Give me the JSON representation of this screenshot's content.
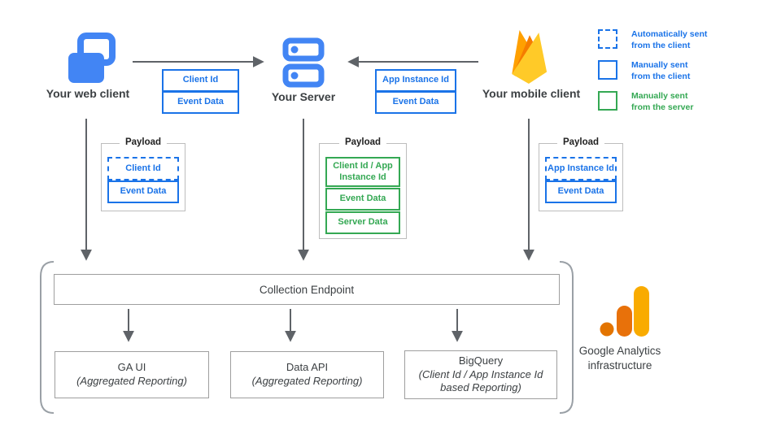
{
  "nodes": {
    "web_client": {
      "label": "Your web client"
    },
    "server": {
      "label": "Your Server"
    },
    "mobile_client": {
      "label": "Your mobile client"
    }
  },
  "flow_chips": {
    "web_to_server": [
      {
        "label": "Client Id"
      },
      {
        "label": "Event Data"
      }
    ],
    "mobile_to_server": [
      {
        "label": "App Instance Id"
      },
      {
        "label": "Event Data"
      }
    ]
  },
  "payloads": [
    {
      "title": "Payload",
      "items": [
        {
          "label": "Client Id",
          "style": "auto-client"
        },
        {
          "label": "Event Data",
          "style": "manual-client"
        }
      ]
    },
    {
      "title": "Payload",
      "items": [
        {
          "label": "Client Id / App Instance Id",
          "style": "manual-server"
        },
        {
          "label": "Event Data",
          "style": "manual-server"
        },
        {
          "label": "Server Data",
          "style": "manual-server"
        }
      ]
    },
    {
      "title": "Payload",
      "items": [
        {
          "label": "App Instance Id",
          "style": "auto-client"
        },
        {
          "label": "Event Data",
          "style": "manual-client"
        }
      ]
    }
  ],
  "legend": [
    {
      "line1": "Automatically sent",
      "line2": "from the client",
      "swatch": "dashed-blue"
    },
    {
      "line1": "Manually sent",
      "line2": "from the client",
      "swatch": "solid-blue"
    },
    {
      "line1": "Manually sent",
      "line2": "from the server",
      "swatch": "solid-green"
    }
  ],
  "infrastructure": {
    "collection_endpoint": "Collection Endpoint",
    "outputs": [
      {
        "title": "GA UI",
        "subtitle": "(Aggregated Reporting)"
      },
      {
        "title": "Data API",
        "subtitle": "(Aggregated Reporting)"
      },
      {
        "title": "BigQuery",
        "subtitle": "(Client Id / App Instance Id based Reporting)"
      }
    ],
    "brand_line1": "Google Analytics",
    "brand_line2": "infrastructure"
  },
  "colors": {
    "accent_blue": "#1a73e8",
    "icon_blue": "#4285f4",
    "accent_green": "#34a853",
    "arrow_gray": "#5f6368",
    "box_border_gray": "#9e9e9e",
    "ga_amber": "#f9ab00",
    "ga_orange": "#e8710a",
    "ga_dark_orange": "#e37400",
    "firebase_yellow": "#ffca28",
    "firebase_orange": "#ffa000",
    "firebase_dark": "#f57c00"
  }
}
